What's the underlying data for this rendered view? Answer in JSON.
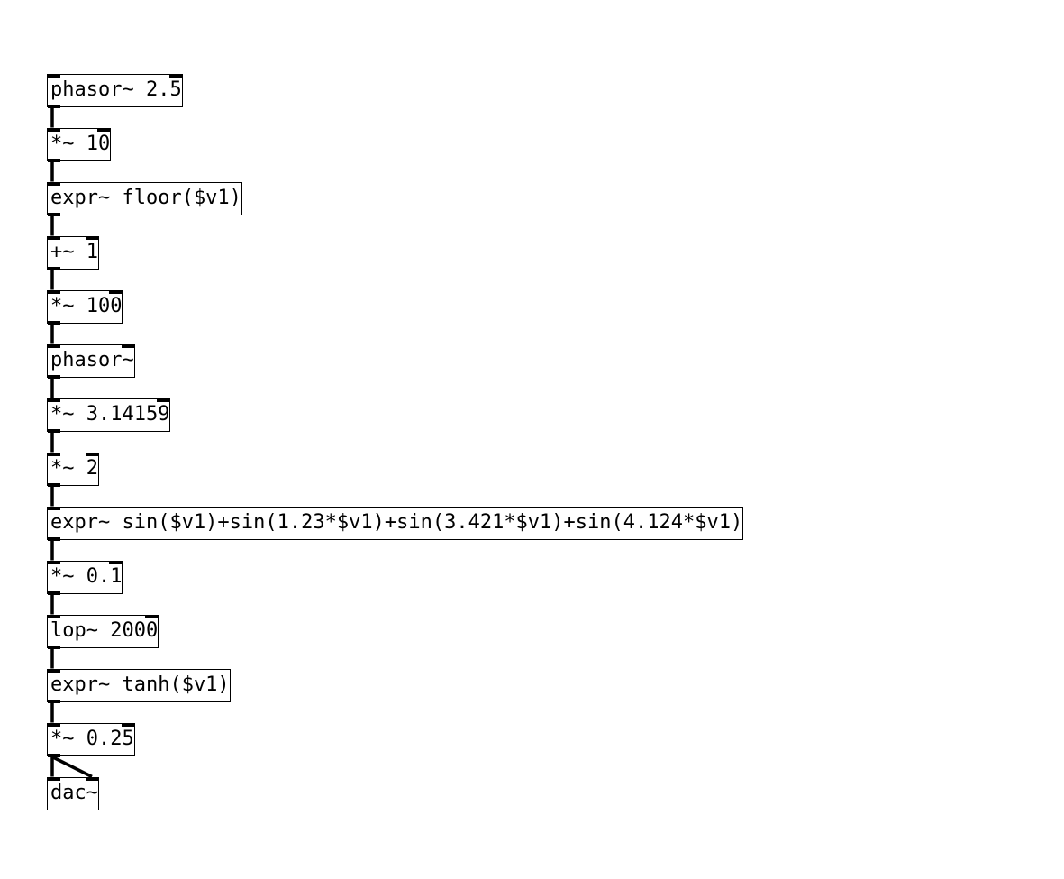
{
  "patch": {
    "objects": [
      {
        "id": "phasor-1",
        "text": "phasor~ 2.5",
        "inlets": 2,
        "outlets": 1
      },
      {
        "id": "mul-10",
        "text": "*~ 10",
        "inlets": 2,
        "outlets": 1
      },
      {
        "id": "expr-floor",
        "text": "expr~ floor($v1)",
        "inlets": 1,
        "outlets": 1
      },
      {
        "id": "add-1",
        "text": "+~ 1",
        "inlets": 2,
        "outlets": 1
      },
      {
        "id": "mul-100",
        "text": "*~ 100",
        "inlets": 2,
        "outlets": 1
      },
      {
        "id": "phasor-2",
        "text": "phasor~",
        "inlets": 2,
        "outlets": 1
      },
      {
        "id": "mul-pi",
        "text": "*~ 3.14159",
        "inlets": 2,
        "outlets": 1
      },
      {
        "id": "mul-2",
        "text": "*~ 2",
        "inlets": 2,
        "outlets": 1
      },
      {
        "id": "expr-sines",
        "text": "expr~ sin($v1)+sin(1.23*$v1)+sin(3.421*$v1)+sin(4.124*$v1)",
        "inlets": 1,
        "outlets": 1
      },
      {
        "id": "mul-01",
        "text": "*~ 0.1",
        "inlets": 2,
        "outlets": 1
      },
      {
        "id": "lop-2000",
        "text": "lop~ 2000",
        "inlets": 2,
        "outlets": 1
      },
      {
        "id": "expr-tanh",
        "text": "expr~ tanh($v1)",
        "inlets": 1,
        "outlets": 1
      },
      {
        "id": "mul-025",
        "text": "*~ 0.25",
        "inlets": 2,
        "outlets": 1
      },
      {
        "id": "dac",
        "text": "dac~",
        "inlets": 2,
        "outlets": 0
      }
    ],
    "connections": [
      {
        "from": "phasor-1",
        "outlet": 0,
        "to": "mul-10",
        "inlet": 0
      },
      {
        "from": "mul-10",
        "outlet": 0,
        "to": "expr-floor",
        "inlet": 0
      },
      {
        "from": "expr-floor",
        "outlet": 0,
        "to": "add-1",
        "inlet": 0
      },
      {
        "from": "add-1",
        "outlet": 0,
        "to": "mul-100",
        "inlet": 0
      },
      {
        "from": "mul-100",
        "outlet": 0,
        "to": "phasor-2",
        "inlet": 0
      },
      {
        "from": "phasor-2",
        "outlet": 0,
        "to": "mul-pi",
        "inlet": 0
      },
      {
        "from": "mul-pi",
        "outlet": 0,
        "to": "mul-2",
        "inlet": 0
      },
      {
        "from": "mul-2",
        "outlet": 0,
        "to": "expr-sines",
        "inlet": 0
      },
      {
        "from": "expr-sines",
        "outlet": 0,
        "to": "mul-01",
        "inlet": 0
      },
      {
        "from": "mul-01",
        "outlet": 0,
        "to": "lop-2000",
        "inlet": 0
      },
      {
        "from": "lop-2000",
        "outlet": 0,
        "to": "expr-tanh",
        "inlet": 0
      },
      {
        "from": "expr-tanh",
        "outlet": 0,
        "to": "mul-025",
        "inlet": 0
      },
      {
        "from": "mul-025",
        "outlet": 0,
        "to": "dac",
        "inlet": 0
      },
      {
        "from": "mul-025",
        "outlet": 0,
        "to": "dac",
        "inlet": 1
      }
    ]
  }
}
